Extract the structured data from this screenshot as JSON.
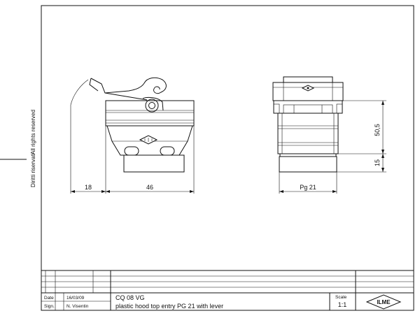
{
  "side_text": {
    "left": "Diritti riservati",
    "right": "All rights reserved"
  },
  "dimensions": {
    "lever": "18",
    "width": "46",
    "thread": "Pg 21",
    "height": "50,5",
    "base": "15"
  },
  "title_block": {
    "date_label": "Date",
    "date_value": "16/03/09",
    "sign_label": "Sign.",
    "sign_value": "N. Visentin",
    "code": "CQ 08 VG",
    "description": "plastic hood top entry PG 21 with lever",
    "scale_label": "Scale",
    "scale_value": "1:1",
    "logo": "ILME"
  },
  "icons": {
    "logo": "ilme-logo-icon"
  }
}
